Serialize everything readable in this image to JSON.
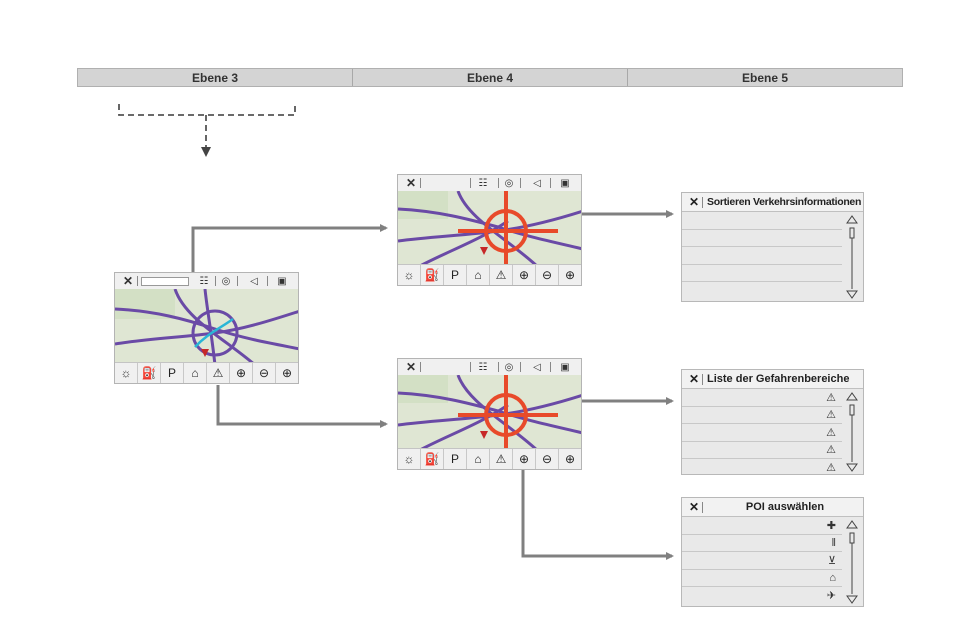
{
  "levels": [
    "Ebene 3",
    "Ebene 4",
    "Ebene 5"
  ],
  "panels": {
    "sort": {
      "title": "Sortieren Verkehrsinformationen"
    },
    "danger": {
      "title": "Liste der Gefahrenbereiche"
    },
    "poi": {
      "title": "POI auswählen"
    }
  },
  "icons": {
    "close": "✕",
    "parking": "P",
    "warning": "⚠",
    "zoom_in": "⊕",
    "zoom_out": "⊖"
  },
  "colors": {
    "arrow": "#808080",
    "map_road": "#6a4aa6",
    "map_traffic": "#e84a2a",
    "map_bg": "#dfe6d3"
  }
}
